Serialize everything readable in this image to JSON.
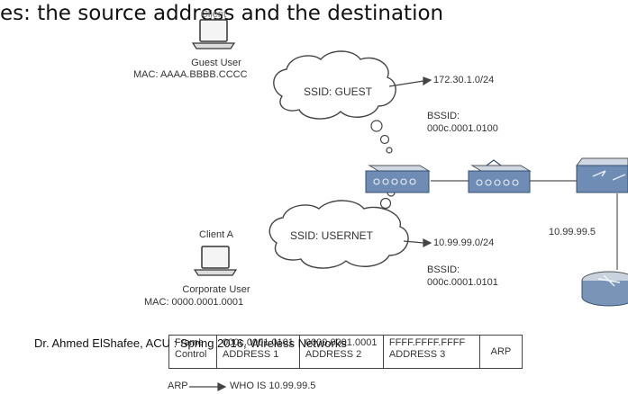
{
  "slide": {
    "heading": "es: the source address and the destination",
    "footer": "Dr. Ahmed ElShafee, ACU : Spring 2016, Wireless Networks"
  },
  "top_client": {
    "label": "Client",
    "user": "Guest User",
    "mac": "MAC: AAAA.BBBB.CCCC"
  },
  "guest_cloud": {
    "ssid": "SSID: GUEST"
  },
  "guest_net": {
    "subnet": "172.30.1.0/24",
    "bssid_label": "BSSID:",
    "bssid": "000c.0001.0100"
  },
  "usernet_cloud": {
    "ssid": "SSID: USERNET"
  },
  "usernet_net": {
    "subnet": "10.99.99.0/24",
    "bssid_label": "BSSID:",
    "bssid": "000c.0001.0101"
  },
  "client_a": {
    "label": "Client A",
    "user": "Corporate User",
    "mac": "MAC: 0000.0001.0001"
  },
  "router_ip": "10.99.99.5",
  "frame": {
    "cells": [
      {
        "line1": "Frame",
        "line2": "Control"
      },
      {
        "line1": "000c.0001.0101",
        "line2": "ADDRESS 1"
      },
      {
        "line1": "0000.0001.0001",
        "line2": "ADDRESS 2"
      },
      {
        "line1": "FFFF.FFFF.FFFF",
        "line2": "ADDRESS 3"
      },
      {
        "line1": "ARP",
        "line2": ""
      }
    ]
  },
  "arp": {
    "left": "ARP",
    "right": "WHO IS 10.99.99.5"
  }
}
